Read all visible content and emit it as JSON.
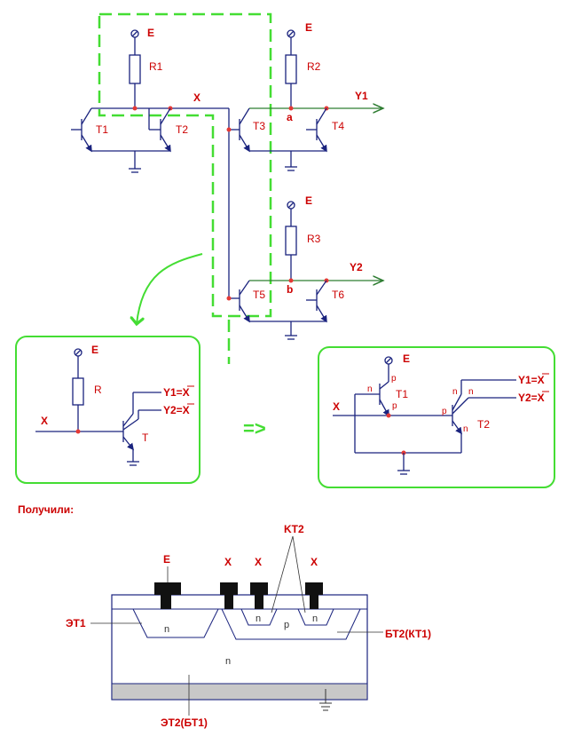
{
  "labels": {
    "supply": "E",
    "r1": "R1",
    "r2": "R2",
    "r3": "R3",
    "r": "R",
    "t1": "T1",
    "t2": "T2",
    "t3": "T3",
    "t4": "T4",
    "t5": "T5",
    "t6": "T6",
    "t": "T",
    "x": "X",
    "y1": "Y1",
    "y2": "Y2",
    "a": "a",
    "b": "b",
    "y1_eq": "Y1=X",
    "y2_eq": "Y2=X",
    "arrow": "=>",
    "p": "p",
    "n": "n"
  },
  "caption": "Получили:",
  "cross_section": {
    "electrode_e": "E",
    "electrode_x": "X",
    "kt2": "KT2",
    "et1": "ЭТ1",
    "bt2": "БТ2(КТ1)",
    "et2": "ЭТ2(БТ1)",
    "n": "n",
    "p": "p"
  },
  "colors": {
    "wire": "#1a237e",
    "label": "#cc0000",
    "node": "#e53935",
    "highlight": "#44dd33"
  }
}
